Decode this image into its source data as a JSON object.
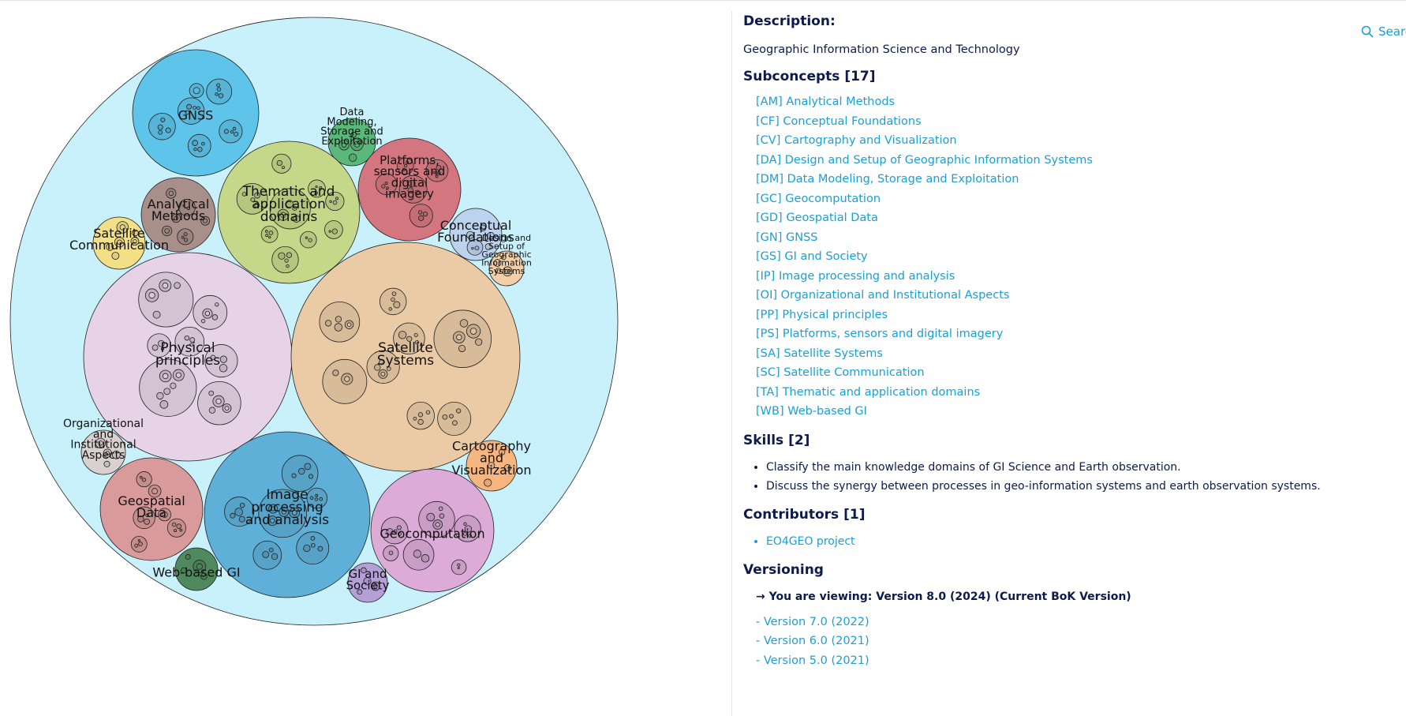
{
  "panel": {
    "description_heading": "Description:",
    "description_text": "Geographic Information Science and Technology",
    "subconcepts_heading": "Subconcepts [17]",
    "subconcepts": [
      "[AM] Analytical Methods",
      "[CF] Conceptual Foundations",
      "[CV] Cartography and Visualization",
      "[DA] Design and Setup of Geographic Information Systems",
      "[DM] Data Modeling, Storage and Exploitation",
      "[GC] Geocomputation",
      "[GD] Geospatial Data",
      "[GN] GNSS",
      "[GS] GI and Society",
      "[IP] Image processing and analysis",
      "[OI] Organizational and Institutional Aspects",
      "[PP] Physical principles",
      "[PS] Platforms, sensors and digital imagery",
      "[SA] Satellite Systems",
      "[SC] Satellite Communication",
      "[TA] Thematic and application domains",
      "[WB] Web-based GI"
    ],
    "skills_heading": "Skills [2]",
    "skills": [
      "Classify the main knowledge domains of GI Science and Earth observation.",
      "Discuss the synergy between processes in geo-information systems and earth observation systems."
    ],
    "contributors_heading": "Contributors [1]",
    "contributors": [
      "EO4GEO project"
    ],
    "versioning_heading": "Versioning",
    "current_version": "→ You are viewing: Version 8.0 (2024) (Current BoK Version)",
    "versions": [
      "- Version 7.0 (2022)",
      "- Version 6.0 (2021)",
      "- Version 5.0 (2021)"
    ]
  },
  "search": {
    "label": "Search",
    "icon": "search-icon"
  },
  "diagram": {
    "root_color": "#c8f1fb",
    "concepts": [
      {
        "id": "GN",
        "lines": [
          "GNSS"
        ],
        "color": "#5ec4ea"
      },
      {
        "id": "DM",
        "lines": [
          "Data",
          "Modeling,",
          "Storage and",
          "Exploitation"
        ],
        "color": "#5ab97a"
      },
      {
        "id": "PS",
        "lines": [
          "Platforms,",
          "sensors and",
          "digital",
          "imagery"
        ],
        "color": "#d4767f"
      },
      {
        "id": "AM",
        "lines": [
          "Analytical",
          "Methods"
        ],
        "color": "#a98f8a"
      },
      {
        "id": "TA",
        "lines": [
          "Thematic and",
          "application",
          "domains"
        ],
        "color": "#c5d88a"
      },
      {
        "id": "SC",
        "lines": [
          "Satellite",
          "Communication"
        ],
        "color": "#f3df86"
      },
      {
        "id": "CF",
        "lines": [
          "Conceptual",
          "Foundations"
        ],
        "color": "#bcd3ef"
      },
      {
        "id": "DA",
        "lines": [
          "Design and",
          "Setup of",
          "Geographic",
          "Information",
          "Systems"
        ],
        "color": "#f2cfa6"
      },
      {
        "id": "PP",
        "lines": [
          "Physical",
          "principles"
        ],
        "color": "#e6d3e8"
      },
      {
        "id": "SA",
        "lines": [
          "Satellite",
          "Systems"
        ],
        "color": "#ebcba6"
      },
      {
        "id": "OI",
        "lines": [
          "Organizational",
          "and",
          "Institutional",
          "Aspects"
        ],
        "color": "#d8d1d0"
      },
      {
        "id": "CV",
        "lines": [
          "Cartography",
          "and",
          "Visualization"
        ],
        "color": "#f7b57f"
      },
      {
        "id": "GD",
        "lines": [
          "Geospatial",
          "Data"
        ],
        "color": "#d89a9a"
      },
      {
        "id": "IP",
        "lines": [
          "Image",
          "processing",
          "and analysis"
        ],
        "color": "#5fb0d8"
      },
      {
        "id": "GC",
        "lines": [
          "Geocomputation"
        ],
        "color": "#dcabd8"
      },
      {
        "id": "WB",
        "lines": [
          "Web-based GI"
        ],
        "color": "#4f8a5e"
      },
      {
        "id": "GS",
        "lines": [
          "GI and",
          "Society"
        ],
        "color": "#b49fd6"
      }
    ]
  }
}
